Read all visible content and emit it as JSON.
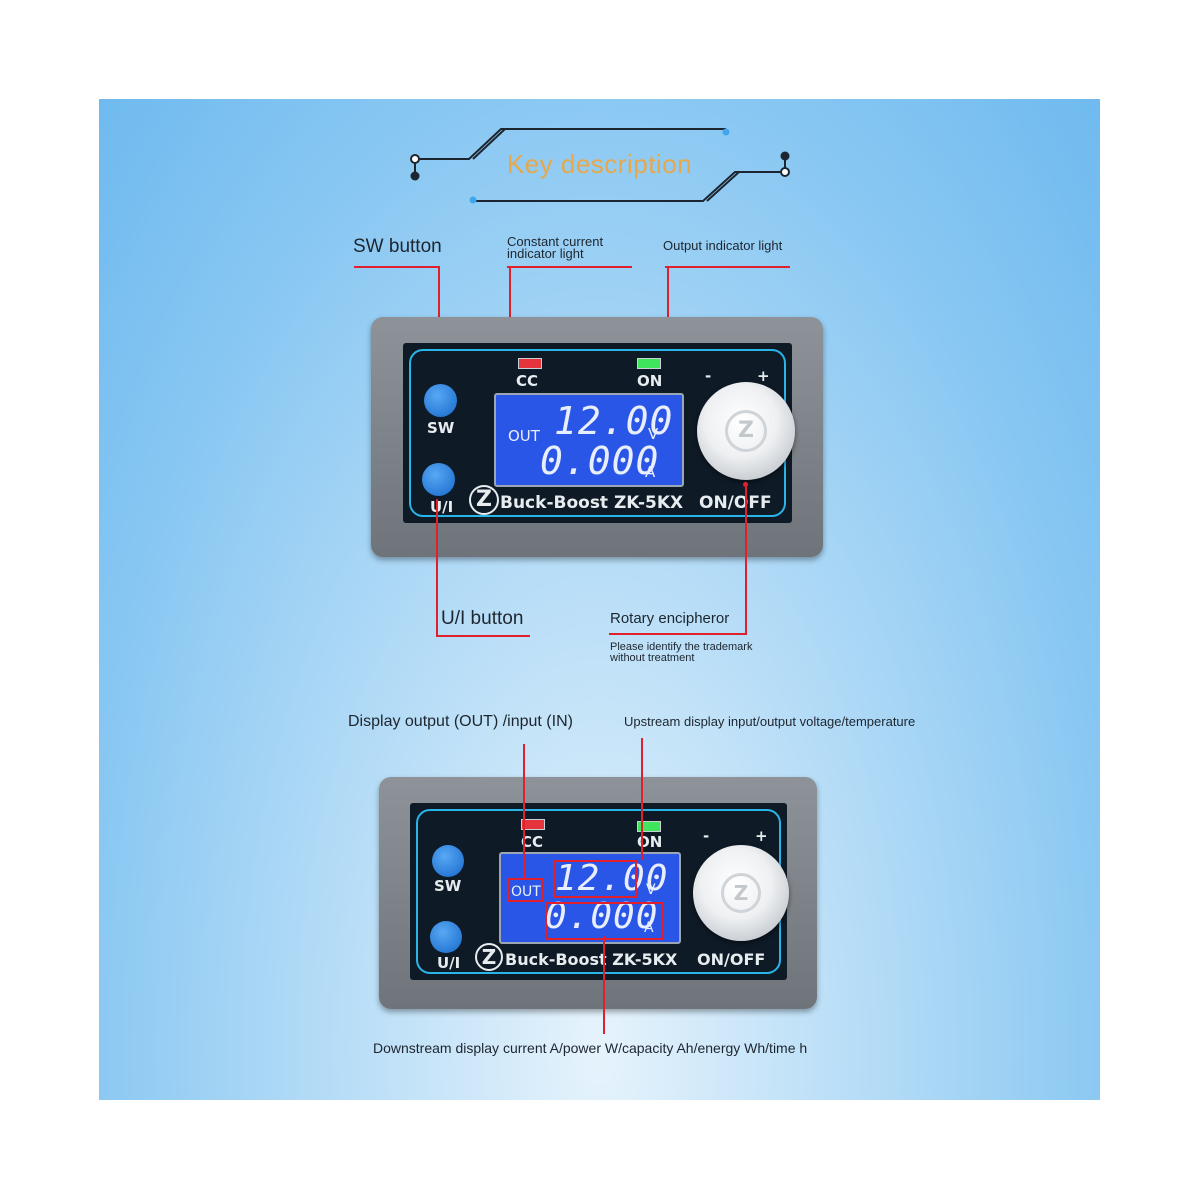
{
  "title": "Key description",
  "colors": {
    "accent": "#e8a84a",
    "annotation": "#e0202c",
    "outline": "#29b5e8",
    "lcd": "#2a56e8"
  },
  "top_labels": {
    "sw_button": "SW button",
    "cc_light_line1": "Constant current",
    "cc_light_line2": "indicator light",
    "output_light": "Output indicator light",
    "ui_button": "U/I button",
    "rotary": "Rotary encipheror",
    "trademark_line1": "Please identify the trademark",
    "trademark_line2": "without treatment"
  },
  "bottom_labels": {
    "display_mode": "Display output (OUT) /input (IN)",
    "upstream": "Upstream display input/output voltage/temperature",
    "downstream": "Downstream display current A/power W/capacity Ah/energy Wh/time h"
  },
  "device": {
    "cc": "CC",
    "on": "ON",
    "sw": "SW",
    "ui": "U/I",
    "mode": "OUT",
    "voltage": "12.00",
    "voltage_unit": "V",
    "current": "0.000",
    "current_unit": "A",
    "brand": "Buck-Boost ZK-5KX",
    "onoff": "ON/OFF",
    "minus": "-",
    "plus": "+",
    "logo": "Z"
  },
  "icons": [
    "logo-icon",
    "knob-logo-icon",
    "circuit-decoration-icon"
  ]
}
